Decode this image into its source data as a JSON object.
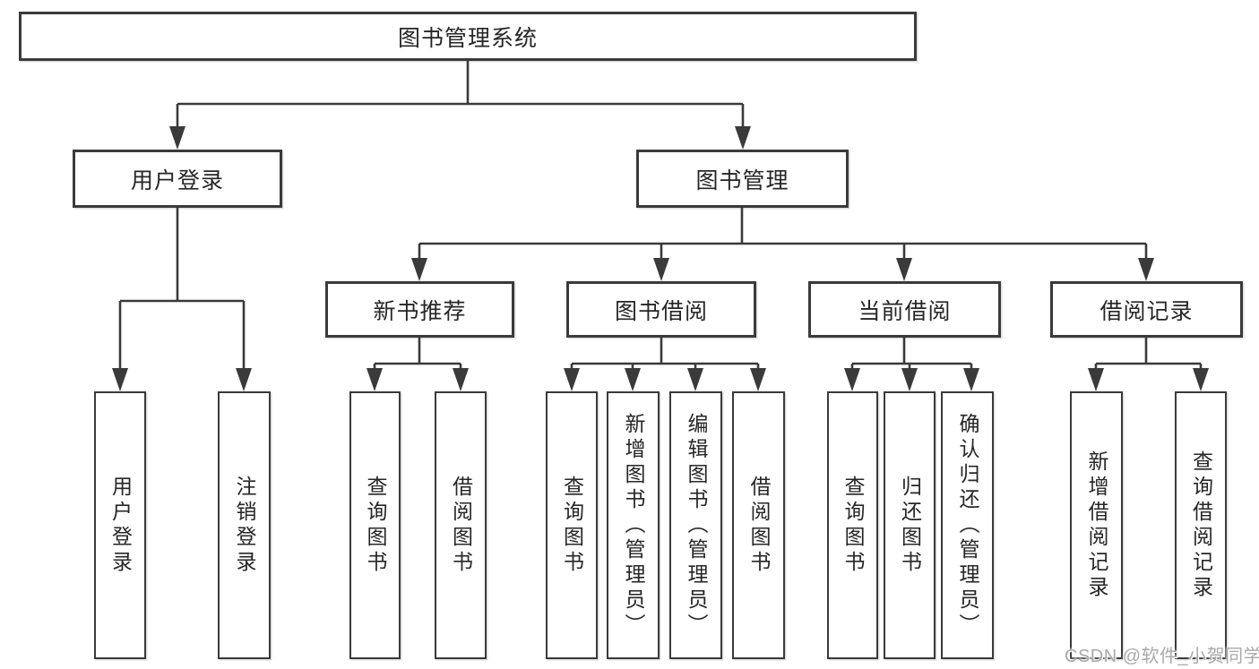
{
  "diagram": {
    "root": {
      "label": "图书管理系统"
    },
    "level2": [
      {
        "id": "user-login",
        "label": "用户登录"
      },
      {
        "id": "book-management",
        "label": "图书管理"
      }
    ],
    "level3": [
      {
        "id": "new-book-recommend",
        "label": "新书推荐",
        "parent": "book-management"
      },
      {
        "id": "book-borrowing",
        "label": "图书借阅",
        "parent": "book-management"
      },
      {
        "id": "current-borrowing",
        "label": "当前借阅",
        "parent": "book-management"
      },
      {
        "id": "borrowing-records",
        "label": "借阅记录",
        "parent": "book-management"
      }
    ],
    "leaves": [
      {
        "id": "user-login-leaf",
        "label": "用户登录",
        "parent": "user-login"
      },
      {
        "id": "logout-leaf",
        "label": "注销登录",
        "parent": "user-login"
      },
      {
        "id": "query-books-recommend",
        "label": "查询图书",
        "parent": "new-book-recommend"
      },
      {
        "id": "borrow-books-recommend",
        "label": "借阅图书",
        "parent": "new-book-recommend"
      },
      {
        "id": "query-books-borrowing",
        "label": "查询图书",
        "parent": "book-borrowing"
      },
      {
        "id": "add-books-admin",
        "label": "新增图书（管理员）",
        "parent": "book-borrowing"
      },
      {
        "id": "edit-books-admin",
        "label": "编辑图书（管理员）",
        "parent": "book-borrowing"
      },
      {
        "id": "borrow-books-borrowing",
        "label": "借阅图书",
        "parent": "book-borrowing"
      },
      {
        "id": "query-books-current",
        "label": "查询图书",
        "parent": "current-borrowing"
      },
      {
        "id": "return-books",
        "label": "归还图书",
        "parent": "current-borrowing"
      },
      {
        "id": "confirm-return-admin",
        "label": "确认归还（管理员）",
        "parent": "current-borrowing"
      },
      {
        "id": "add-borrow-record",
        "label": "新增借阅记录",
        "parent": "borrowing-records"
      },
      {
        "id": "query-borrow-record",
        "label": "查询借阅记录",
        "parent": "borrowing-records"
      }
    ],
    "watermark": "CSDN @软件_小贺同学",
    "colors": {
      "line": "#3a3a3a",
      "box_border": "#3a3a3a",
      "text": "#262626",
      "watermark": "#a9a9a9",
      "background": "#ffffff"
    }
  }
}
